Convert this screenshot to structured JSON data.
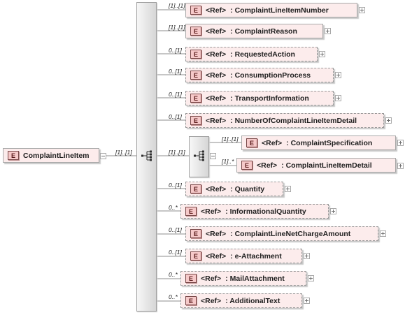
{
  "root": {
    "badge": "E",
    "name": "ComplaintLineItem",
    "cardinality": "[1]..[1]"
  },
  "sequence_cardinality": "[1]..[1]",
  "children": [
    {
      "cardinality": "[1]..[1]",
      "badge": "E",
      "ref": "<Ref>",
      "name": ": ComplaintLineItemNumber"
    },
    {
      "cardinality": "[1]..[1]",
      "badge": "E",
      "ref": "<Ref>",
      "name": ": ComplaintReason"
    },
    {
      "cardinality": "0..[1]",
      "badge": "E",
      "ref": "<Ref>",
      "name": ": RequestedAction"
    },
    {
      "cardinality": "0..[1]",
      "badge": "E",
      "ref": "<Ref>",
      "name": ": ConsumptionProcess"
    },
    {
      "cardinality": "0..[1]",
      "badge": "E",
      "ref": "<Ref>",
      "name": ": TransportInformation"
    },
    {
      "cardinality": "0..[1]",
      "badge": "E",
      "ref": "<Ref>",
      "name": ": NumberOfComplaintLineItemDetail"
    },
    {
      "cardinality": "0..[1]",
      "badge": "E",
      "ref": "<Ref>",
      "name": ": Quantity"
    },
    {
      "cardinality": "0..*",
      "badge": "E",
      "ref": "<Ref>",
      "name": ": InformationalQuantity"
    },
    {
      "cardinality": "0..[1]",
      "badge": "E",
      "ref": "<Ref>",
      "name": ": ComplaintLineNetChargeAmount"
    },
    {
      "cardinality": "0..[1]",
      "badge": "E",
      "ref": "<Ref>",
      "name": ": e-Attachment"
    },
    {
      "cardinality": "0..*",
      "badge": "E",
      "ref": "<Ref>",
      "name": ": MailAttachment"
    },
    {
      "cardinality": "0..*",
      "badge": "E",
      "ref": "<Ref>",
      "name": ": AdditionalText"
    }
  ],
  "nested_sequence": {
    "cardinality": "[1]..[1]",
    "children": [
      {
        "cardinality": "[1]..[1]",
        "badge": "E",
        "ref": "<Ref>",
        "name": ": ComplaintSpecification"
      },
      {
        "cardinality": "[1]..*",
        "badge": "E",
        "ref": "<Ref>",
        "name": ": ComplaintLineItemDetail"
      }
    ]
  }
}
